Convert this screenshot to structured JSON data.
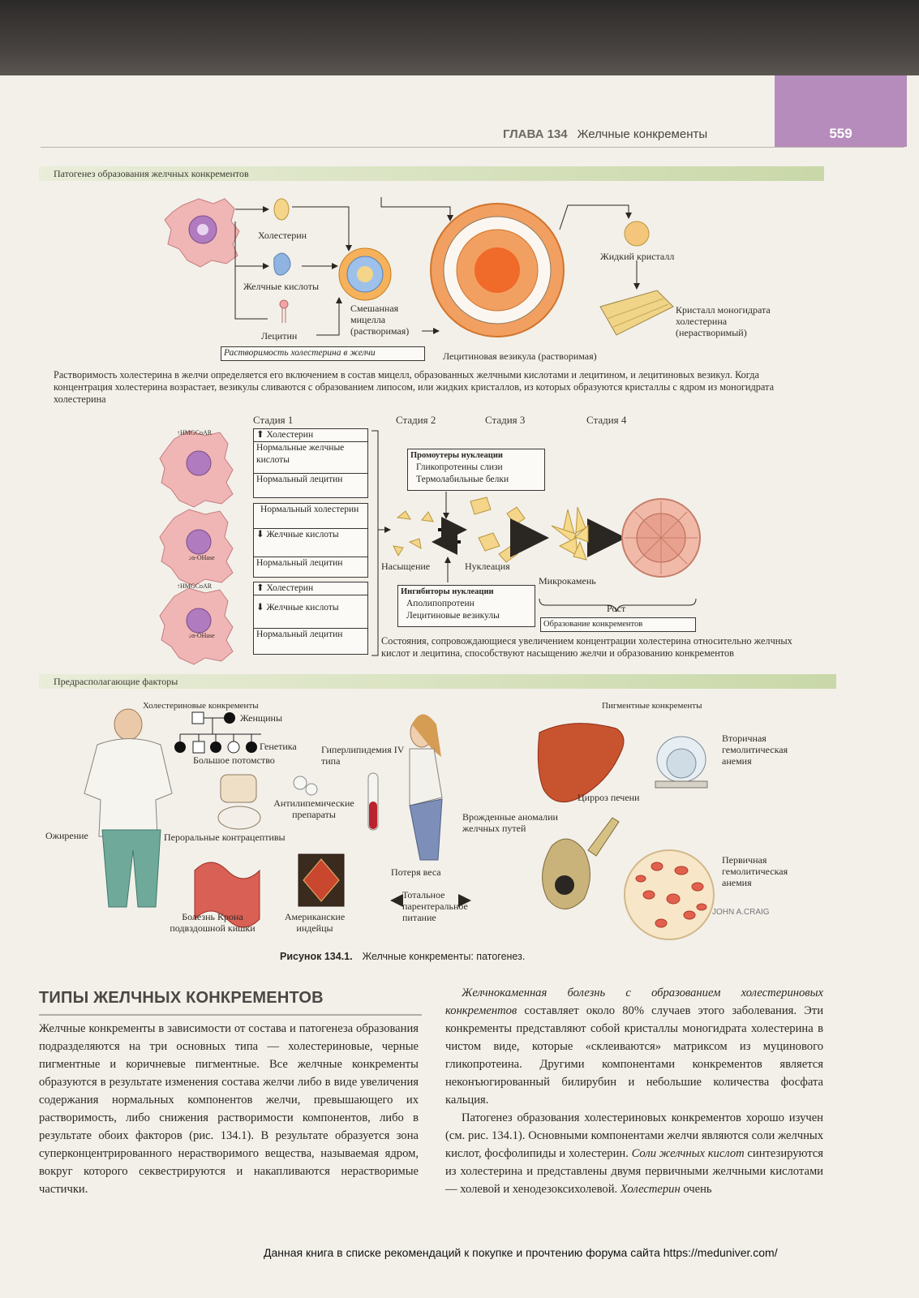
{
  "header": {
    "chapter": "ГЛАВА 134",
    "chapter_title": "Желчные конкременты",
    "page_number": "559"
  },
  "figure": {
    "section1_title": "Патогенез образования желчных конкрементов",
    "labels": {
      "cholesterol": "Холестерин",
      "bile_acids": "Желчные кислоты",
      "lecithin": "Лецитин",
      "mixed_micelle": "Смешанная мицелла (растворимая)",
      "liquid_crystal": "Жидкий кристалл",
      "monohydrate_crystal": "Кристалл моногидрата холестерина (нерастворимый)",
      "lecithin_vesicle": "Лецитиновая везикула (растворимая)",
      "solubility_box": "Растворимость холестерина в желчи"
    },
    "solubility_text": "Растворимость холестерина в желчи определяется его включением в состав мицелл, образованных желчными кислотами и лецитином, и лецитиновых везикул. Когда концентрация холестерина возрастает, везикулы сливаются с образованием липосом, или жидких кристаллов, из которых образуются кристаллы с ядром из моногидрата холестерина",
    "stages": [
      "Стадия 1",
      "Стадия 2",
      "Стадия 3",
      "Стадия 4"
    ],
    "enzymes": {
      "hmgcoar": "↑HMGCoAR",
      "ohase": "↓α-OHase"
    },
    "rows": [
      {
        "a": "⬆ Холестерин",
        "b": "Нормальные желчные кислоты",
        "c": "Нормальный лецитин"
      },
      {
        "a": "Нормальный холестерин",
        "b": "⬇ Желчные кислоты",
        "c": "Нормальный лецитин"
      },
      {
        "a": "⬆ Холестерин",
        "b": "⬇ Желчные кислоты",
        "c": "Нормальный лецитин"
      }
    ],
    "promoters_title": "Промоутеры нуклеации",
    "promoters": [
      "Гликопротеины слизи",
      "Термолабильные белки"
    ],
    "inhibitors_title": "Ингибиторы нуклеации",
    "inhibitors": [
      "Аполипопротеин",
      "Лецитиновые везикулы"
    ],
    "saturation": "Насыщение",
    "nucleation": "Нуклеация",
    "microstone": "Микрокамень",
    "growth": "Рост",
    "stone_formation_box": "Образование конкрементов",
    "conditions_text": "Состояния, сопровождающиеся увеличением концентрации холестерина относительно желчных кислот и лецитина, способствуют насыщению желчи и образованию конкрементов",
    "section2_title": "Предрасполагающие факторы",
    "cholesterol_stones": "Холестериновые конкременты",
    "pigment_stones": "Пигментные конкременты",
    "women": "Женщины",
    "genetics": "Генетика",
    "large_offspring": "Большое потомство",
    "hyperlipidemia": "Гиперлипидемия IV типа",
    "antilipemic": "Антилипемические препараты",
    "obesity": "Ожирение",
    "oral_contraceptives": "Пероральные контрацептивы",
    "weight_loss": "Потеря веса",
    "tpn": "Тотальное парентеральное питание",
    "crohn": "Болезнь Крона подвздошной кишки",
    "american_indians": "Американские индейцы",
    "secondary_anemia": "Вторичная гемолитическая анемия",
    "cirrhosis": "Цирроз печени",
    "congenital": "Врожденные аномалии желчных путей",
    "primary_anemia": "Первичная гемолитическая анемия",
    "signature": "JOHN A.CRAIG",
    "caption_num": "Рисунок 134.1.",
    "caption_text": "Желчные конкременты: патогенез."
  },
  "article": {
    "heading": "ТИПЫ ЖЕЛЧНЫХ КОНКРЕМЕНТОВ",
    "col1": "Желчные конкременты в зависимости от состава и патогенеза образования подразделяются на три основных типа — холестериновые, черные пигментные и коричневые пигментные. Все желчные конкременты образуются в результате изменения состава желчи либо в виде увеличения содержания нормальных компонентов желчи, превышающего их растворимость, либо снижения растворимости компонентов, либо в результате обоих факторов (рис. 134.1). В результате образуется зона суперконцентрированного нерастворимого вещества, называемая ядром, вокруг которого секвестрируются и накапливаются нерастворимые частички.",
    "col2_em": "Желчнокаменная болезнь с образованием холестериновых конкрементов",
    "col2_p1": " составляет около 80% случаев этого заболевания. Эти конкременты представляют собой кристаллы моногидрата холестерина в чистом виде, которые «склеиваются» матриксом из муцинового гликопротеина. Другими компонентами конкрементов является неконъюгированный билирубин и небольшие количества фосфата кальция.",
    "col2_p2a": "Патогенез образования холестериновых конкрементов хорошо изучен (см. рис. 134.1). Основными компонентами желчи являются соли желчных кислот, фосфолипиды и холестерин. ",
    "col2_em2": "Соли желчных кислот",
    "col2_p2b": " синтезируются из холестерина и представлены двумя первичными желчными кислотами — холевой и хенодезоксихолевой. ",
    "col2_em3": "Холестерин",
    "col2_p2c": " очень"
  },
  "footer": "Данная книга в списке рекомендаций к покупке и прочтению форума сайта https://meduniver.com/"
}
